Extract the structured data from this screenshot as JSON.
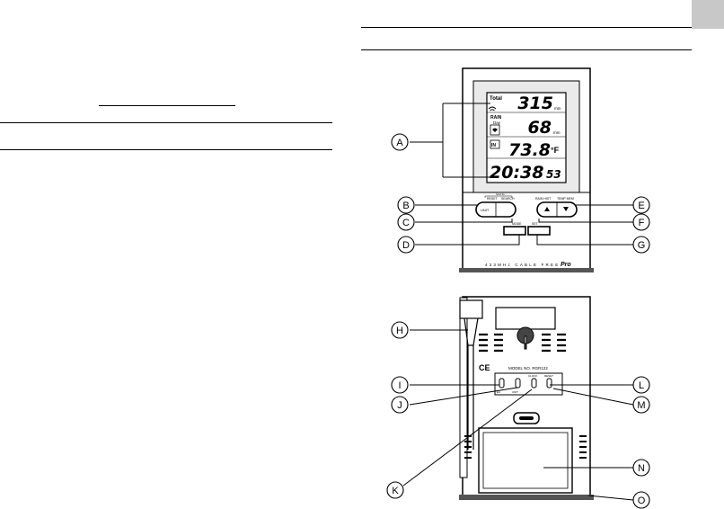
{
  "page": {
    "tab_color": "#c8c8c8"
  },
  "front_view": {
    "lcd": {
      "total_label": "Total",
      "rain_label": "RAIN",
      "day_label": "Day",
      "in_label": "IN",
      "rain_total_value": "315",
      "rain_total_unit": "mm",
      "rain_day_value": "68",
      "rain_day_unit": "mm",
      "temp_value": "73.8",
      "temp_unit": "°F",
      "time_hm": "20:38",
      "time_s": "53"
    },
    "buttons": {
      "reset_label": "RESET",
      "search_label": "SEARCH",
      "hold_hint": "hold 3s",
      "unit_label": "UNIT",
      "rain_hist_label": "RAIN HIST",
      "temp_mem_label": "TEMP MEM",
      "mode_label": "MODE",
      "set_label": "SET"
    },
    "footer_text": "433MHz CABLE FREE",
    "brand": "Pro"
  },
  "back_view": {
    "model_text": "MODEL NO. RGR122",
    "ce_mark": "CE",
    "switch_labels": {
      "eu": "EU",
      "unit": "UNIT",
      "clock": "CLOCK",
      "reset": "RESET"
    }
  },
  "callouts": [
    "A",
    "B",
    "C",
    "D",
    "E",
    "F",
    "G",
    "H",
    "I",
    "J",
    "K",
    "L",
    "M",
    "N",
    "O"
  ]
}
